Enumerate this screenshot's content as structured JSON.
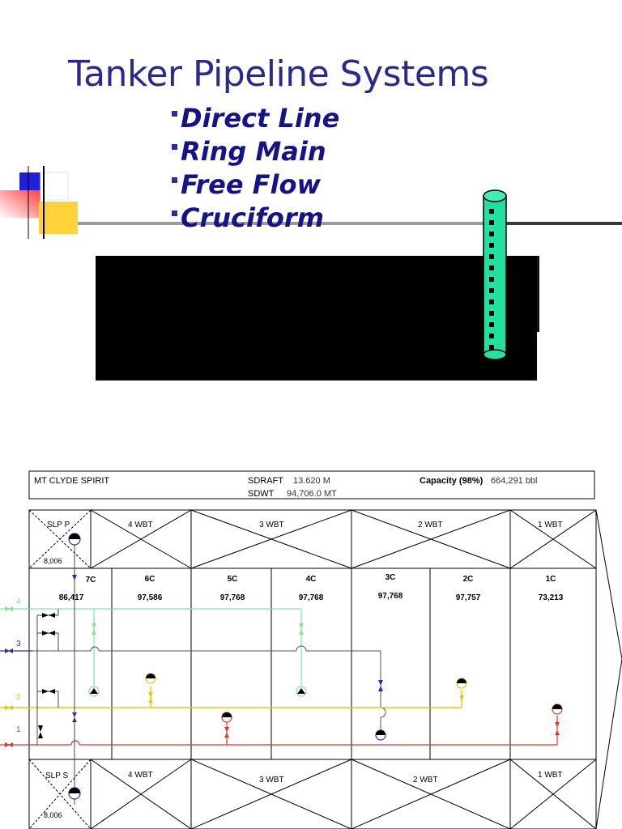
{
  "slide": {
    "title": "Tanker Pipeline Systems",
    "bullets": [
      "Direct Line",
      "Ring Main",
      "Free Flow",
      "Cruciform"
    ]
  },
  "diagram": {
    "header": {
      "ship_name": "MT CLYDE SPIRIT",
      "sdraft_label": "SDRAFT",
      "sdraft_value": "13.620 M",
      "sdwt_label": "SDWT",
      "sdwt_value": "94,706.0 MT",
      "capacity_label": "Capacity (98%)",
      "capacity_value": "664,291 bbl"
    },
    "top_tanks": [
      {
        "name": "SLP P",
        "value": "8,006"
      },
      {
        "name": "4 WBT"
      },
      {
        "name": "3 WBT"
      },
      {
        "name": "2 WBT"
      },
      {
        "name": "1 WBT"
      }
    ],
    "cargo_tanks": [
      {
        "name": "7C",
        "value": "86,417"
      },
      {
        "name": "6C",
        "value": "97,586"
      },
      {
        "name": "5C",
        "value": "97,768"
      },
      {
        "name": "4C",
        "value": "97,768"
      },
      {
        "name": "3C",
        "value": "97,768"
      },
      {
        "name": "2C",
        "value": "97,757"
      },
      {
        "name": "1C",
        "value": "73,213"
      }
    ],
    "bottom_tanks": [
      {
        "name": "SLP S",
        "value": "8,006"
      },
      {
        "name": "4 WBT"
      },
      {
        "name": "3 WBT"
      },
      {
        "name": "2 WBT"
      },
      {
        "name": "1 WBT"
      }
    ],
    "lines": [
      {
        "number": "4",
        "color": "#86e0a0"
      },
      {
        "number": "3",
        "color": "#3030a8"
      },
      {
        "number": "2",
        "color": "#f0c400"
      },
      {
        "number": "1",
        "color": "#e83030"
      }
    ]
  },
  "colors": {
    "title": "#2a2a8c",
    "bullet": "#141488",
    "standpipe": "#22e0a0"
  }
}
